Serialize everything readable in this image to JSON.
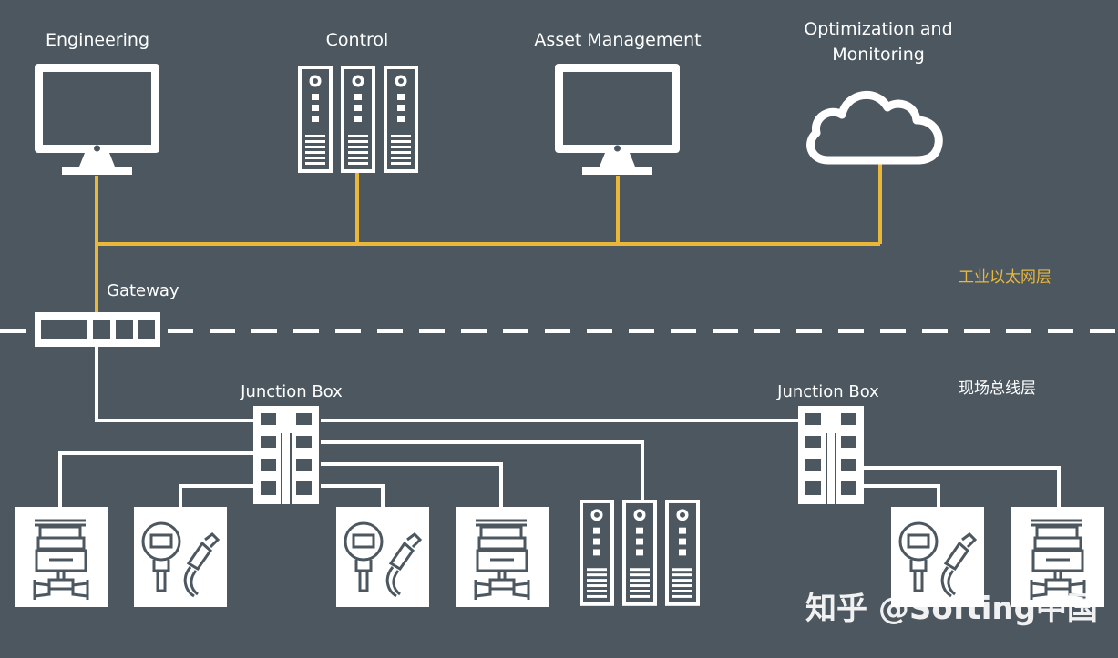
{
  "top_nodes": {
    "engineering": "Engineering",
    "control": "Control",
    "asset_management": "Asset Management",
    "optimization_line1": "Optimization and",
    "optimization_line2": "Monitoring"
  },
  "gateway": "Gateway",
  "junction_box_left": "Junction Box",
  "junction_box_right": "Junction Box",
  "layers": {
    "ethernet": "工业以太网层",
    "fieldbus": "现场总线层"
  },
  "watermark": "知乎 @Softing中国",
  "colors": {
    "background": "#4c5760",
    "ethernet_line": "#e9b73a",
    "fieldbus_line": "#ffffff"
  },
  "icons": [
    "monitor-icon",
    "server-rack-icon",
    "cloud-icon",
    "gateway-switch-icon",
    "junction-box-icon",
    "control-valve-icon",
    "pressure-transmitter-icon"
  ]
}
